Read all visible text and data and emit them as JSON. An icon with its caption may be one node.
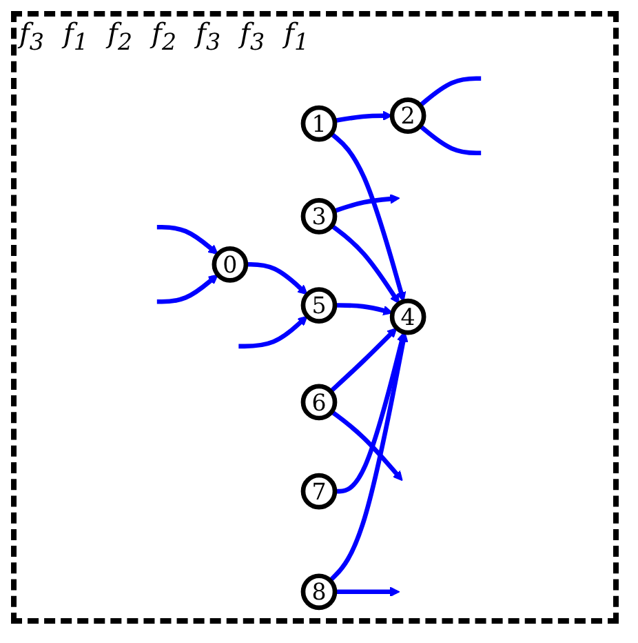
{
  "diagram": {
    "nodes": [
      {
        "text": [
          "0"
        ]
      },
      {
        "text": [
          "1"
        ]
      },
      {
        "text": [
          "2"
        ]
      },
      {
        "text": [
          "3"
        ]
      },
      {
        "text": [
          "4"
        ]
      },
      {
        "text": [
          "5"
        ]
      },
      {
        "text": [
          "6"
        ]
      },
      {
        "text": [
          "7"
        ]
      },
      {
        "text": [
          "8"
        ]
      }
    ],
    "edges": [
      {
        "from": null,
        "to": 0,
        "arrow": "to"
      },
      {
        "from": null,
        "to": 0,
        "arrow": "to"
      },
      {
        "from": 0,
        "to": 5,
        "arrow": "to"
      },
      {
        "from": null,
        "to": 5,
        "arrow": "to"
      },
      {
        "from": 5,
        "to": 4,
        "arrow": "to"
      },
      {
        "from": 1,
        "to": 2,
        "arrow": "to"
      },
      {
        "from": 1,
        "to": 4,
        "arrow": "to"
      },
      {
        "from": 2,
        "to": null,
        "arrow": "none"
      },
      {
        "from": 2,
        "to": null,
        "arrow": "none"
      },
      {
        "from": 3,
        "to": null,
        "arrow": "to"
      },
      {
        "from": 3,
        "to": 4,
        "arrow": "to"
      },
      {
        "from": 6,
        "to": 4,
        "arrow": "to"
      },
      {
        "from": 7,
        "to": 4,
        "arrow": "to"
      },
      {
        "from": 8,
        "to": 4,
        "arrow": "to"
      },
      {
        "from": 6,
        "to": null,
        "arrow": "to"
      },
      {
        "from": 8,
        "to": null,
        "arrow": "to"
      }
    ],
    "labels": [
      "f$_{3}$",
      "f$_{1}$",
      "f$_{2}$",
      "f$_{2}$",
      "f$_{3}$",
      "f$_{3}$",
      "f$_{1}$"
    ]
  }
}
